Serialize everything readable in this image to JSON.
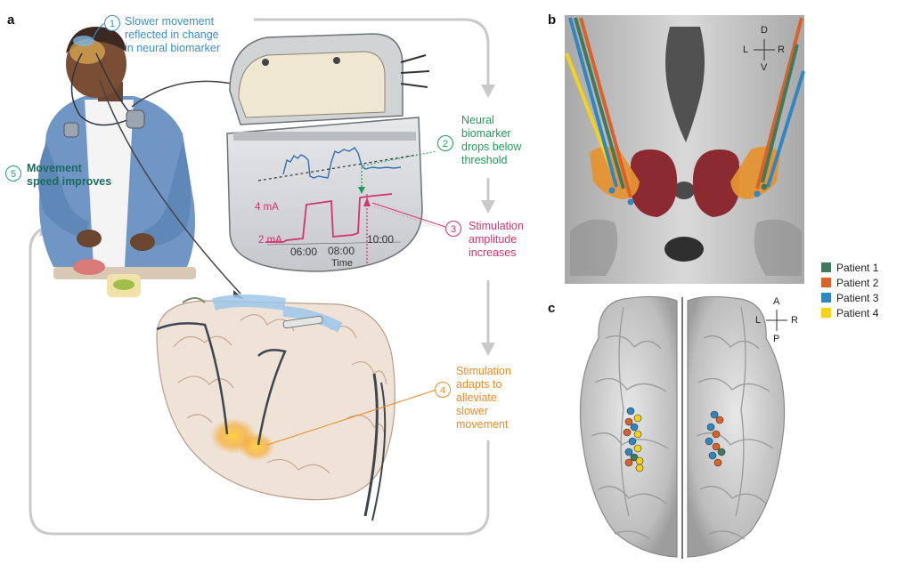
{
  "panels": {
    "a": "a",
    "b": "b",
    "c": "c"
  },
  "steps": [
    {
      "num": "1",
      "lines": [
        "Slower movement",
        "reflected in change",
        "in neural biomarker"
      ],
      "color": "#3d8fc7"
    },
    {
      "num": "2",
      "lines": [
        "Neural",
        "biomarker",
        "drops below",
        "threshold"
      ],
      "color": "#1f9c5a"
    },
    {
      "num": "3",
      "lines": [
        "Stimulation",
        "amplitude",
        "increases"
      ],
      "color": "#d6336c"
    },
    {
      "num": "4",
      "lines": [
        "Stimulation",
        "adapts to",
        "alleviate",
        "slower",
        "movement"
      ],
      "color": "#f08a24"
    },
    {
      "num": "5",
      "lines": [
        "Movement",
        "speed improves"
      ],
      "color": "#1f9c80"
    }
  ],
  "device": {
    "y_ticks": [
      "4 mA",
      "2 mA"
    ],
    "x_ticks": [
      "06:00",
      "08:00",
      "10:00"
    ],
    "xlabel": "Time"
  },
  "orientation_b": {
    "up": "D",
    "down": "V",
    "left": "L",
    "right": "R"
  },
  "orientation_c": {
    "up": "A",
    "down": "P",
    "left": "L",
    "right": "R"
  },
  "legend": [
    {
      "label": "Patient 1",
      "color": "#3f7a5c"
    },
    {
      "label": "Patient 2",
      "color": "#d9622b"
    },
    {
      "label": "Patient 3",
      "color": "#2f86c3"
    },
    {
      "label": "Patient 4",
      "color": "#f2d21c"
    }
  ]
}
